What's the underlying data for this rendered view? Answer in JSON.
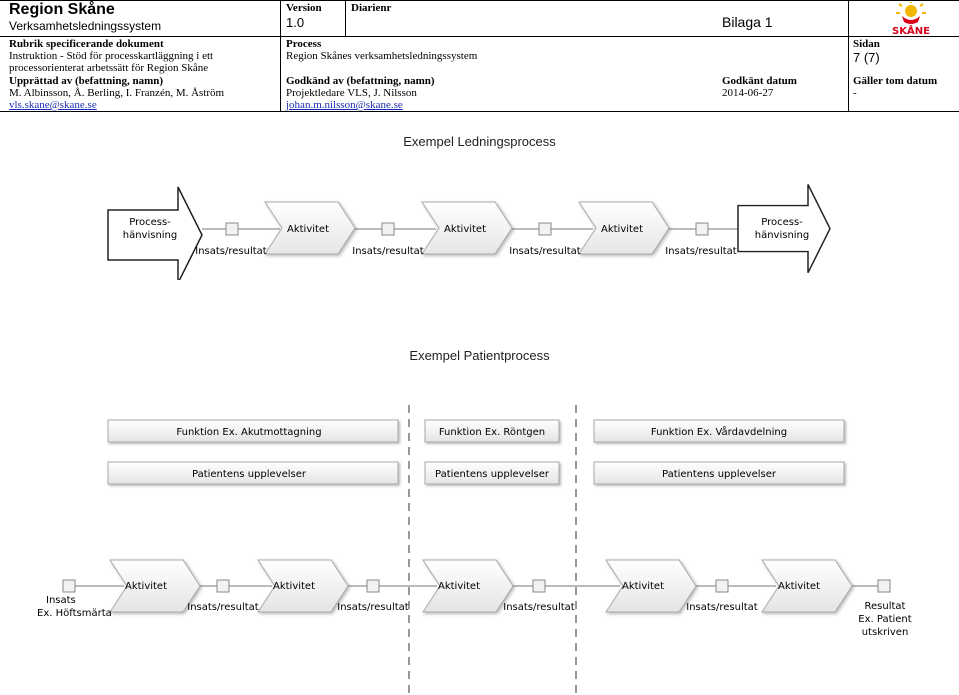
{
  "header": {
    "org_title": "Region Skåne",
    "org_sub": "Verksamhetsledningssystem",
    "doc_type_label": "Rubrik specificerande dokument",
    "doc_title_1": "Instruktion - Stöd för processkartläggning  i ett",
    "doc_title_2": "processorienterat arbetssätt för Region Skåne",
    "created_label": "Upprättad av (befattning, namn)",
    "created_names": "M. Albinsson, Å. Berling, I. Franzén, M. Åström",
    "created_email": "vls.skane@skane.se",
    "version_label": "Version",
    "version_value": "1.0",
    "diarienr_label": "Diarienr",
    "attachment": "Bilaga 1",
    "process_label": "Process",
    "process_value": "Region Skånes verksamhetsledningssystem",
    "approved_label": "Godkänd av (befattning, namn)",
    "approved_name": "Projektledare VLS, J. Nilsson",
    "approved_email": "johan.m.nilsson@skane.se",
    "approved_date_label": "Godkänt datum",
    "approved_date": "2014-06-27",
    "page_label": "Sidan",
    "page_value": "7 (7)",
    "valid_label": "Gäller tom datum",
    "valid_value": "-",
    "logo_text": "SKÅNE",
    "colors": {
      "logo_yellow": "#f2b800",
      "logo_red": "#d9001b",
      "link": "#1a2fb8"
    }
  },
  "diagram1": {
    "title": "Exempel Ledningsprocess",
    "ref_left": [
      "Process-",
      "hänvisning"
    ],
    "ref_right": [
      "Process-",
      "hänvisning"
    ],
    "activities": [
      "Aktivitet",
      "Aktivitet",
      "Aktivitet"
    ],
    "io_labels": [
      "Insats/resultat",
      "Insats/resultat",
      "Insats/resultat",
      "Insats/resultat"
    ]
  },
  "diagram2": {
    "title": "Exempel Patientprocess",
    "functions": [
      "Funktion Ex. Akutmottagning",
      "Funktion Ex. Röntgen",
      "Funktion Ex. Vårdavdelning"
    ],
    "experiences": [
      "Patientens upplevelser",
      "Patientens upplevelser",
      "Patientens upplevelser"
    ],
    "activities": [
      "Aktivitet",
      "Aktivitet",
      "Aktivitet",
      "Aktivitet",
      "Aktivitet"
    ],
    "input": [
      "Insats",
      "Ex. Höftsmärta"
    ],
    "io_labels": [
      "Insats/resultat",
      "Insats/resultat",
      "Insats/resultat",
      "Insats/resultat"
    ],
    "result": [
      "Resultat",
      "Ex. Patient",
      "utskriven"
    ]
  }
}
